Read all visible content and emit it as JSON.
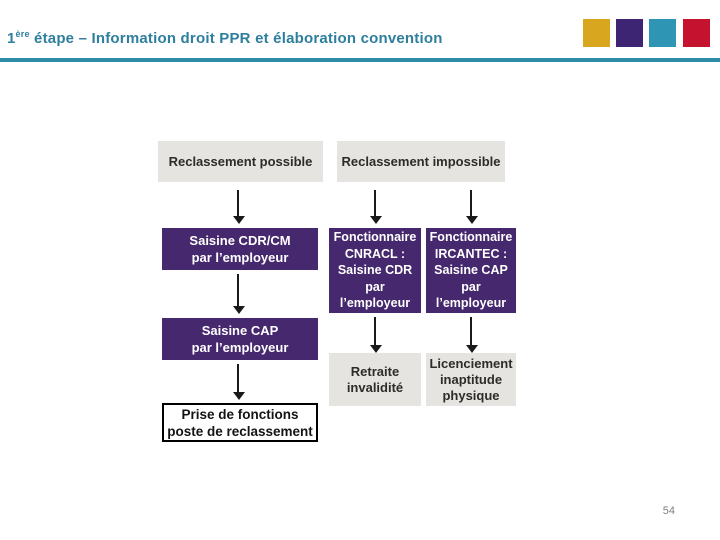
{
  "slide": {
    "title": {
      "number": "1",
      "ordinal": "ère",
      "rest": " étape – Information droit PPR et élaboration convention"
    },
    "page_number": "54",
    "colors": {
      "title_teal": "#2E7E9E",
      "divider_teal": "#2E8CA6",
      "square_gold": "#D9A61F",
      "square_purple": "#3E2574",
      "square_teal": "#2E96B4",
      "square_red": "#C4122F"
    }
  },
  "flowchart": {
    "colors": {
      "box_purple": "#46286E",
      "box_gray": "#E5E4E1",
      "outline_box_border": "#000000",
      "arrow": "#1A1A1A"
    },
    "nodes": [
      {
        "id": "reclassement-possible",
        "style": "gray",
        "text": "Reclassement possible"
      },
      {
        "id": "reclassement-impossible",
        "style": "gray",
        "text": "Reclassement impossible"
      },
      {
        "id": "saisine-cdr-cm",
        "style": "purple",
        "text": "Saisine CDR/CM\npar l’employeur"
      },
      {
        "id": "fonctionnaire-cnracl",
        "style": "purple",
        "text": "Fonctionnaire\nCNRACL :\nSaisine CDR\npar\nl’employeur"
      },
      {
        "id": "fonctionnaire-ircantec",
        "style": "purple",
        "text": "Fonctionnaire\nIRCANTEC :\nSaisine CAP\npar\nl’employeur"
      },
      {
        "id": "saisine-cap",
        "style": "purple",
        "text": "Saisine CAP\npar l’employeur"
      },
      {
        "id": "retraite-invalidite",
        "style": "gray",
        "text": "Retraite\ninvalidité"
      },
      {
        "id": "licenciement-inaptitude",
        "style": "gray",
        "text": "Licenciement\ninaptitude\nphysique"
      },
      {
        "id": "prise-de-fonctions",
        "style": "outline",
        "text": "Prise de fonctions\nposte de reclassement"
      }
    ],
    "arrows": [
      {
        "from": "reclassement-possible",
        "to": "saisine-cdr-cm"
      },
      {
        "from": "reclassement-impossible",
        "to": "fonctionnaire-cnracl"
      },
      {
        "from": "reclassement-impossible",
        "to": "fonctionnaire-ircantec"
      },
      {
        "from": "saisine-cdr-cm",
        "to": "saisine-cap"
      },
      {
        "from": "fonctionnaire-cnracl",
        "to": "retraite-invalidite"
      },
      {
        "from": "fonctionnaire-ircantec",
        "to": "licenciement-inaptitude"
      },
      {
        "from": "saisine-cap",
        "to": "prise-de-fonctions"
      }
    ]
  }
}
